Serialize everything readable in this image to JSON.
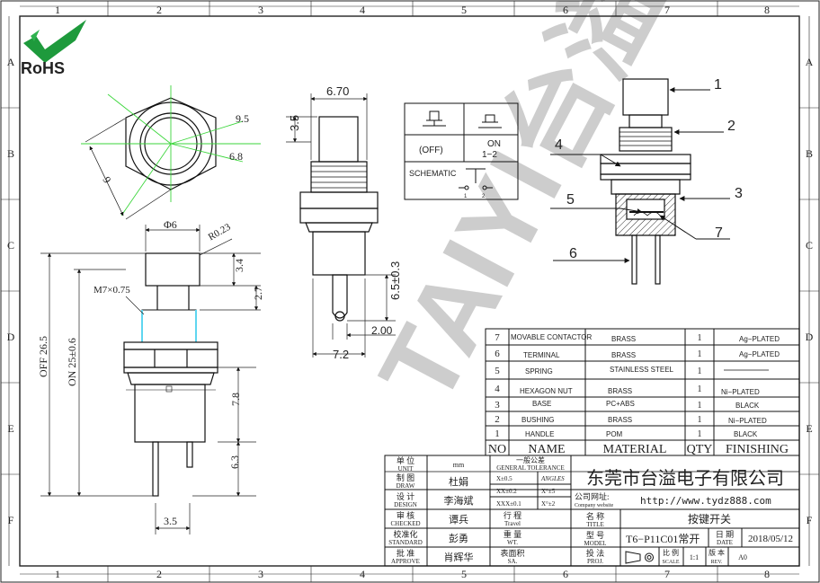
{
  "frame": {
    "columns": [
      "1",
      "2",
      "3",
      "4",
      "5",
      "6",
      "7",
      "8"
    ],
    "rows": [
      "A",
      "B",
      "C",
      "D",
      "E",
      "F"
    ]
  },
  "logo": {
    "text": "RoHS",
    "color": "#1e9a3c"
  },
  "watermark": {
    "text": "TAIYI台溢",
    "color": "#3a9ad9"
  },
  "dimensions": {
    "across_corners": "9.5",
    "across_inner": "6.8",
    "hex_flat": "9",
    "cap_diameter": "Φ6",
    "cap_radius": "R0.23",
    "thread": "M7×0.75",
    "cap_height": "3.4",
    "plunger_gap": "2.7",
    "off_height": "OFF 26.5",
    "on_height": "ON 25±0.6",
    "body_height": "7.8",
    "terminal_length": "6.3",
    "terminal_pitch": "3.5",
    "side_width": "6.70",
    "side_cap": "3.5",
    "terminal_ext": "6.5±0.3",
    "terminal_thick": "2.00",
    "side_body": "7.2"
  },
  "schematic": {
    "state": "(OFF)",
    "on_label": "ON",
    "on_pins": "1−2",
    "title": "SCHEMATIC",
    "pin1": "1",
    "pin2": "2"
  },
  "callouts": [
    "1",
    "2",
    "3",
    "4",
    "5",
    "6",
    "7"
  ],
  "bom": {
    "headers": [
      "NO",
      "NAME",
      "MATERIAL",
      "QTY",
      "FINISHING"
    ],
    "rows": [
      {
        "no": "7",
        "name": "MOVABLE CONTACTOR",
        "material": "BRASS",
        "qty": "1",
        "finish": "Ag−PLATED"
      },
      {
        "no": "6",
        "name": "TERMINAL",
        "material": "BRASS",
        "qty": "1",
        "finish": "Ag−PLATED"
      },
      {
        "no": "5",
        "name": "SPRING",
        "material": "STAINLESS STEEL",
        "qty": "1",
        "finish": "———"
      },
      {
        "no": "4",
        "name": "HEXAGON NUT",
        "material": "BRASS",
        "qty": "1",
        "finish": "Ni−PLATED"
      },
      {
        "no": "3",
        "name": "BASE",
        "material": "PC+ABS",
        "qty": "1",
        "finish": "BLACK"
      },
      {
        "no": "2",
        "name": "BUSHING",
        "material": "BRASS",
        "qty": "1",
        "finish": "Ni−PLATED"
      },
      {
        "no": "1",
        "name": "HANDLE",
        "material": "POM",
        "qty": "1",
        "finish": "BLACK"
      }
    ]
  },
  "title_block": {
    "unit_label": "单 位",
    "unit_label_en": "UNIT",
    "unit_value": "mm",
    "tolerance_label": "一般公差",
    "tolerance_label_en": "GENERAL TOLERANCE",
    "tol_x": "X±0.5",
    "angles": "ANGLES",
    "tol_xx": "XX±0.2",
    "tol_angle1": "X°±5",
    "tol_xxx": "XXX±0.1",
    "tol_angle2": "X°±2",
    "company": "东莞市台溢电子有限公司",
    "draw_label": "制 图",
    "draw_label_en": "DRAW",
    "draw_value": "杜娟",
    "design_label": "设 计",
    "design_label_en": "DESIGN",
    "design_value": "李海斌",
    "checked_label": "审 核",
    "checked_label_en": "CHECKED",
    "checked_value": "谭兵",
    "standard_label": "校准化",
    "standard_label_en": "STANDARD",
    "standard_value": "彭勇",
    "approve_label": "批 准",
    "approve_label_en": "APPROVE",
    "approve_value": "肖辉华",
    "travel_label": "行 程",
    "travel_label_en": "Travel",
    "weight_label": "重 量",
    "weight_label_en": "WT.",
    "surface_label": "表面积",
    "surface_label_en": "SA.",
    "website_label": "公司网址:",
    "website_label_en": "Company website",
    "website": "http://www.tydz888.com",
    "name_label": "名 称",
    "name_label_en": "TITLE",
    "name_value": "按键开关",
    "model_label": "型 号",
    "model_label_en": "MODEL",
    "model_value": "T6−P11C01常开",
    "date_label": "日 期",
    "date_label_en": "DATE",
    "date_value": "2018/05/12",
    "projection_label": "投 法",
    "projection_label_en": "PROJ.",
    "scale_label": "比 例",
    "scale_label_en": "SCALE",
    "scale_value": "1:1",
    "rev_label": "版 本",
    "rev_label_en": "REV.",
    "rev_value": "A0"
  }
}
